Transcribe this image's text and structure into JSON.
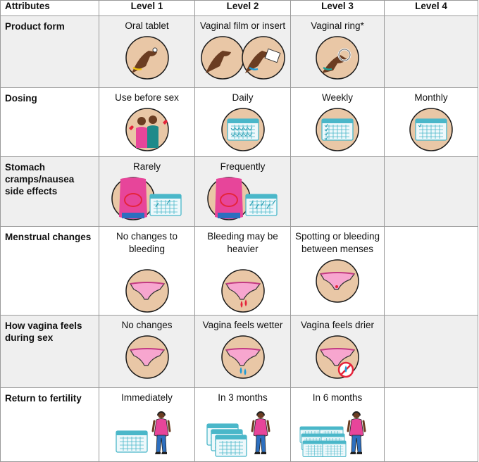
{
  "header": [
    "Attributes",
    "Level 1",
    "Level 2",
    "Level 3",
    "Level 4"
  ],
  "rows": [
    {
      "attribute": "Product form",
      "levels": [
        "Oral tablet",
        "Vaginal film or insert",
        "Vaginal ring*",
        ""
      ],
      "icons": [
        "hand-tablet-icon",
        "hand-film-icon",
        "hand-ring-icon",
        ""
      ]
    },
    {
      "attribute": "Dosing",
      "levels": [
        "Use before sex",
        "Daily",
        "Weekly",
        "Monthly"
      ],
      "icons": [
        "couple-icon",
        "calendar-daily-icon",
        "calendar-weekly-icon",
        "calendar-monthly-icon"
      ]
    },
    {
      "attribute": "Stomach cramps/nausea side effects",
      "levels": [
        "Rarely",
        "Frequently",
        "",
        ""
      ],
      "icons": [
        "stomach-calendar-rare-icon",
        "stomach-calendar-frequent-icon",
        "",
        ""
      ]
    },
    {
      "attribute": "Menstrual changes",
      "levels": [
        "No changes to bleeding",
        "Bleeding may be heavier",
        "Spotting or bleeding between menses",
        ""
      ],
      "icons": [
        "underwear-icon",
        "underwear-heavy-bleeding-icon",
        "underwear-spotting-icon",
        ""
      ]
    },
    {
      "attribute": "How vagina feels during sex",
      "levels": [
        "No changes",
        "Vagina feels wetter",
        "Vagina feels drier",
        ""
      ],
      "icons": [
        "underwear-icon",
        "underwear-wet-icon",
        "underwear-dry-icon",
        ""
      ]
    },
    {
      "attribute": "Return to fertility",
      "levels": [
        "Immediately",
        "In 3 months",
        "In 6 months",
        ""
      ],
      "icons": [
        "pregnant-woman-calendar-icon",
        "pregnant-woman-3-calendars-icon",
        "pregnant-woman-6-calendars-icon",
        ""
      ]
    }
  ],
  "colors": {
    "shade": "#efefef",
    "pink": "#e7459a",
    "calendar": "#4ab7c9",
    "skin": "#6b3d22"
  }
}
